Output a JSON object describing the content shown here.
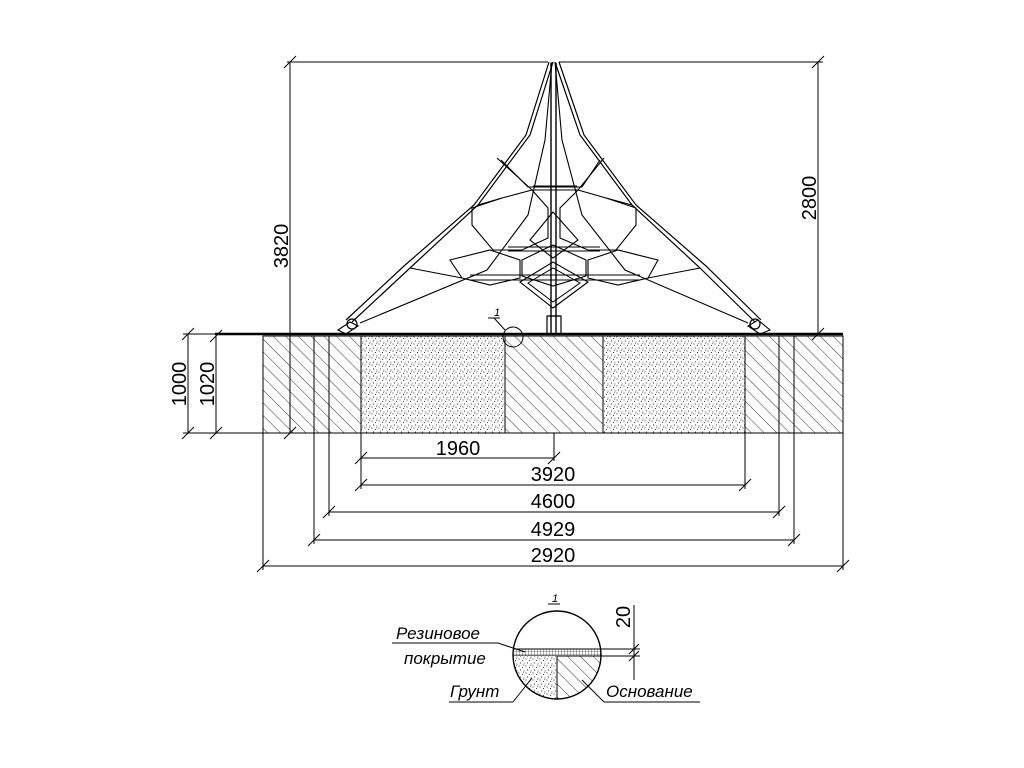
{
  "dimensions": {
    "height_total": "3820",
    "height_net": "2800",
    "depth_a": "1000",
    "depth_b": "1020",
    "width_1": "1960",
    "width_2": "3920",
    "width_3": "4600",
    "width_4": "4929",
    "width_5": "2920",
    "coating_thickness": "20"
  },
  "callout": {
    "mark": "1"
  },
  "detail": {
    "mark": "1",
    "label_rubber_line1": "Резиновое",
    "label_rubber_line2": "покрытие",
    "label_soil": "Грунт",
    "label_base": "Основание"
  }
}
